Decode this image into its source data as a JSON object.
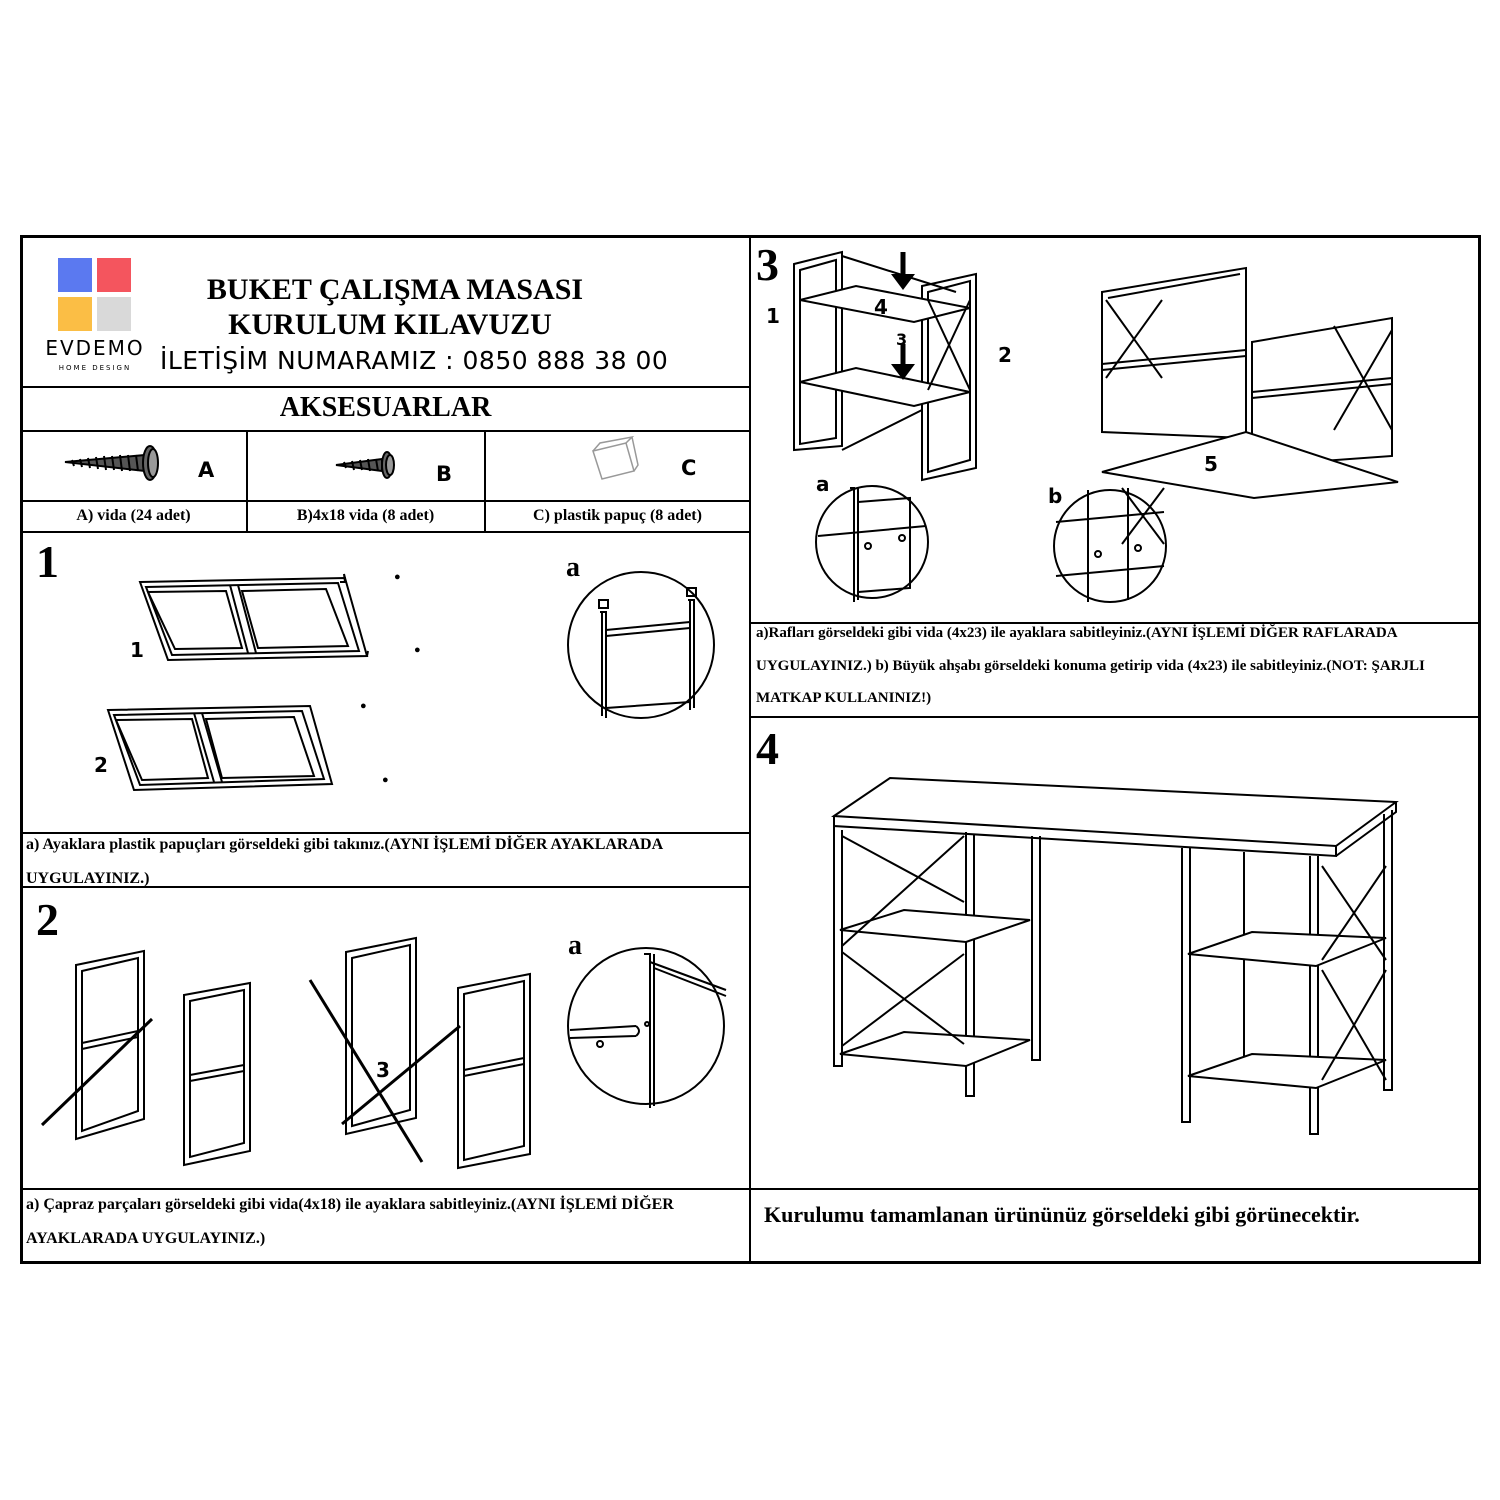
{
  "header": {
    "title_line1": "BUKET ÇALIŞMA MASASI",
    "title_line2": "KURULUM KILAVUZU",
    "contact": "İLETİŞİM NUMARAMIZ : 0850 888 38 00",
    "brand_name": "EVDEMO",
    "brand_sub": "HOME DESIGN",
    "logo_colors": [
      "#5b79f0",
      "#f4555e",
      "#fbbe45",
      "#d9d9d9"
    ]
  },
  "accessories": {
    "heading": "AKSESUARLAR",
    "items": [
      {
        "letter": "A",
        "caption": "A) vida (24 adet)",
        "icon": "long-screw-icon"
      },
      {
        "letter": "B",
        "caption": "B)4x18 vida (8 adet)",
        "icon": "short-screw-icon"
      },
      {
        "letter": "C",
        "caption": "C) plastik papuç (8 adet)",
        "icon": "plastic-foot-icon"
      }
    ]
  },
  "steps": {
    "s1": {
      "number": "1",
      "labels": [
        "1",
        "2"
      ],
      "detail": "a",
      "instruction_line1": "a) Ayaklara plastik papuçları görseldeki gibi takınız.(AYNI İŞLEMİ DİĞER AYAKLARADA",
      "instruction_line2": "UYGULAYINIZ.)"
    },
    "s2": {
      "number": "2",
      "label": "3",
      "detail": "a",
      "instruction_line1": "a) Çapraz parçaları görseldeki gibi vida(4x18) ile ayaklara sabitleyiniz.(AYNI İŞLEMİ DİĞER",
      "instruction_line2": "AYAKLARADA UYGULAYINIZ.)"
    },
    "s3": {
      "number": "3",
      "labels": [
        "1",
        "2",
        "4",
        "3",
        "5"
      ],
      "detail_a": "a",
      "detail_b": "b",
      "instruction_line1": "a)Rafları görseldeki gibi vida (4x23) ile ayaklara sabitleyiniz.(AYNI İŞLEMİ DİĞER RAFLARADA",
      "instruction_line2": "UYGULAYINIZ.) b) Büyük ahşabı görseldeki konuma getirip vida (4x23) ile sabitleyiniz.(NOT: ŞARJLI",
      "instruction_line3": "MATKAP KULLANINIZ!)"
    },
    "s4": {
      "number": "4",
      "instruction": "Kurulumu tamamlanan ürününüz görseldeki gibi görünecektir."
    }
  }
}
